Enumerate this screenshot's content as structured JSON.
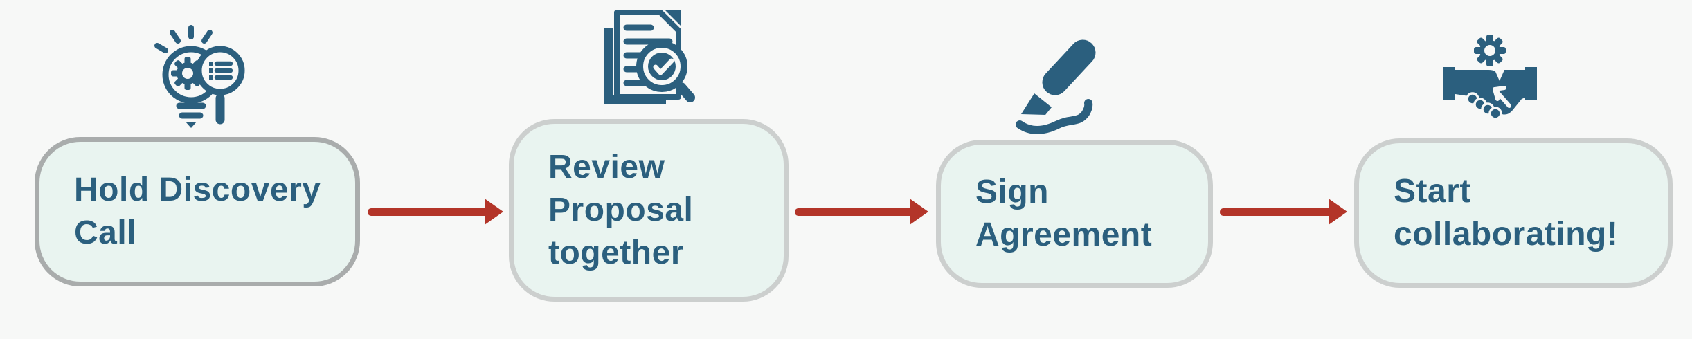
{
  "diagram": {
    "type": "process-flow",
    "steps": [
      {
        "icon": "idea-research-icon",
        "label": "Hold Discovery Call",
        "lines": [
          "Hold Discovery",
          "Call"
        ]
      },
      {
        "icon": "review-proposal-icon",
        "label": "Review Proposal together",
        "lines": [
          "Review",
          "Proposal",
          "together"
        ]
      },
      {
        "icon": "sign-marker-icon",
        "label": "Sign Agreement",
        "lines": [
          "Sign",
          "Agreement"
        ]
      },
      {
        "icon": "handshake-gear-icon",
        "label": "Start collaborating!",
        "lines": [
          "Start",
          "collaborating!"
        ]
      }
    ],
    "colors": {
      "icon_and_text_teal": "#2b5f7e",
      "arrow_red": "#b33529",
      "box_fill": "#e9f4f0",
      "box_border_step1": "#a9acac",
      "box_border_other": "#cccfce",
      "background": "#f7f8f7"
    }
  }
}
